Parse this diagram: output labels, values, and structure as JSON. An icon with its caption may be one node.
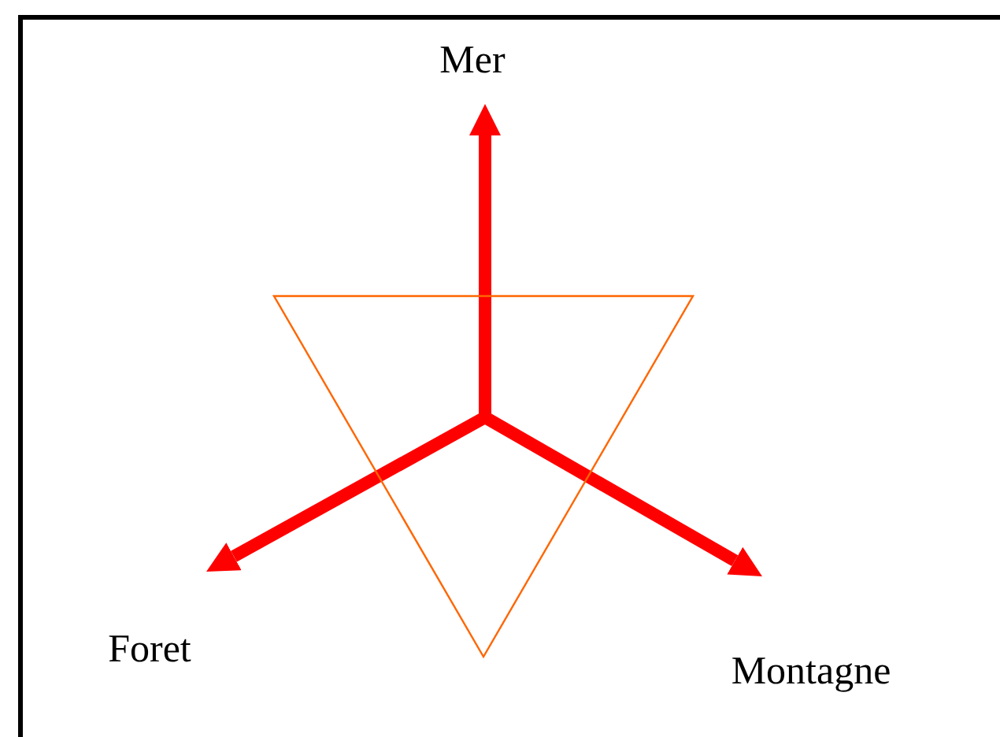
{
  "diagram": {
    "nodes": [
      {
        "text": [
          "Mer"
        ]
      },
      {
        "text": [
          "Foret"
        ]
      },
      {
        "text": [
          "Montagne"
        ]
      },
      {
        "text": [],
        "shape": "triangle"
      }
    ],
    "edges": [
      {
        "from": 3,
        "to": 0,
        "arrow": "to"
      },
      {
        "from": 3,
        "to": 1,
        "arrow": "to"
      },
      {
        "from": 3,
        "to": 2,
        "arrow": "to"
      }
    ]
  }
}
